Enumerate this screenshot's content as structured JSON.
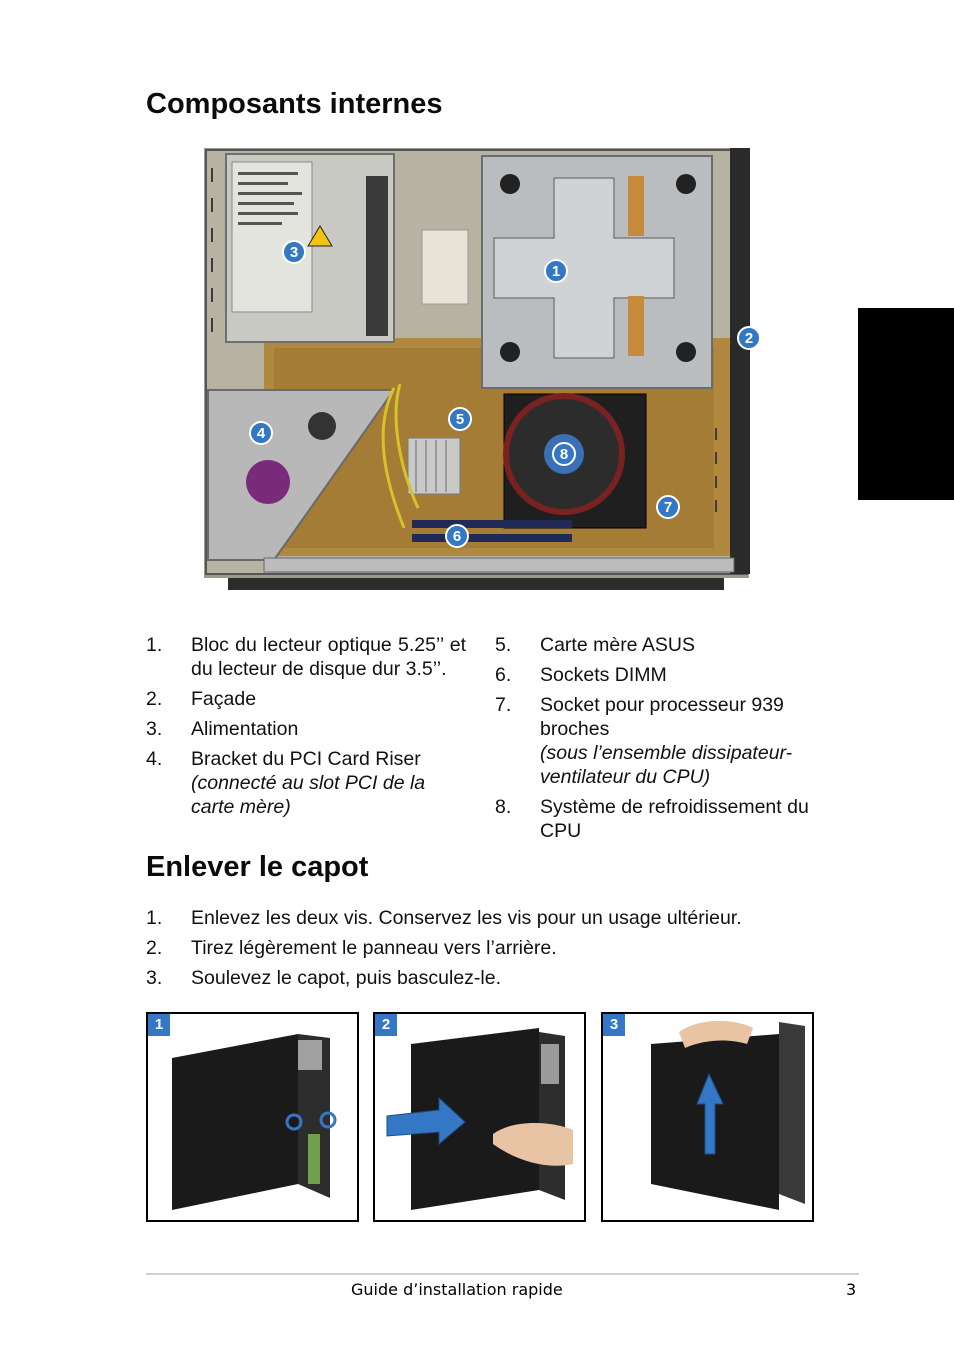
{
  "section1": {
    "title": "Composants internes",
    "callouts": [
      "1",
      "2",
      "3",
      "4",
      "5",
      "6",
      "7",
      "8"
    ]
  },
  "components_left": [
    {
      "num": "1.",
      "text": "Bloc du lecteur optique 5.25’’ et du lecteur de disque dur 3.5’’.",
      "italic": ""
    },
    {
      "num": "2.",
      "text": "Façade",
      "italic": ""
    },
    {
      "num": "3.",
      "text": "Alimentation",
      "italic": ""
    },
    {
      "num": "4.",
      "text": "Bracket du PCI Card Riser",
      "italic": "(connecté au slot PCI de la carte mère)"
    }
  ],
  "components_right": [
    {
      "num": "5.",
      "text": "Carte mère ASUS",
      "italic": ""
    },
    {
      "num": "6.",
      "text": "Sockets DIMM",
      "italic": ""
    },
    {
      "num": "7.",
      "text": "Socket pour processeur 939 broches",
      "italic": "(sous l’ensemble dissipateur-ventilateur du CPU)"
    },
    {
      "num": "8.",
      "text": "Système de refroidissement du CPU",
      "italic": ""
    }
  ],
  "section2": {
    "title": "Enlever le capot",
    "steps": [
      {
        "num": "1.",
        "text": "Enlevez les deux vis. Conservez les vis pour un usage ultérieur."
      },
      {
        "num": "2.",
        "text": "Tirez légèrement le panneau vers l’arrière."
      },
      {
        "num": "3.",
        "text": "Soulevez le capot, puis basculez-le."
      }
    ],
    "figure_badges": [
      "1",
      "2",
      "3"
    ]
  },
  "footer": {
    "guide_title": "Guide d’installation rapide",
    "page_number": "3"
  },
  "colors": {
    "badge_blue": "#3477c4",
    "side_tab": "#000000",
    "case_black": "#1a1a1a"
  }
}
